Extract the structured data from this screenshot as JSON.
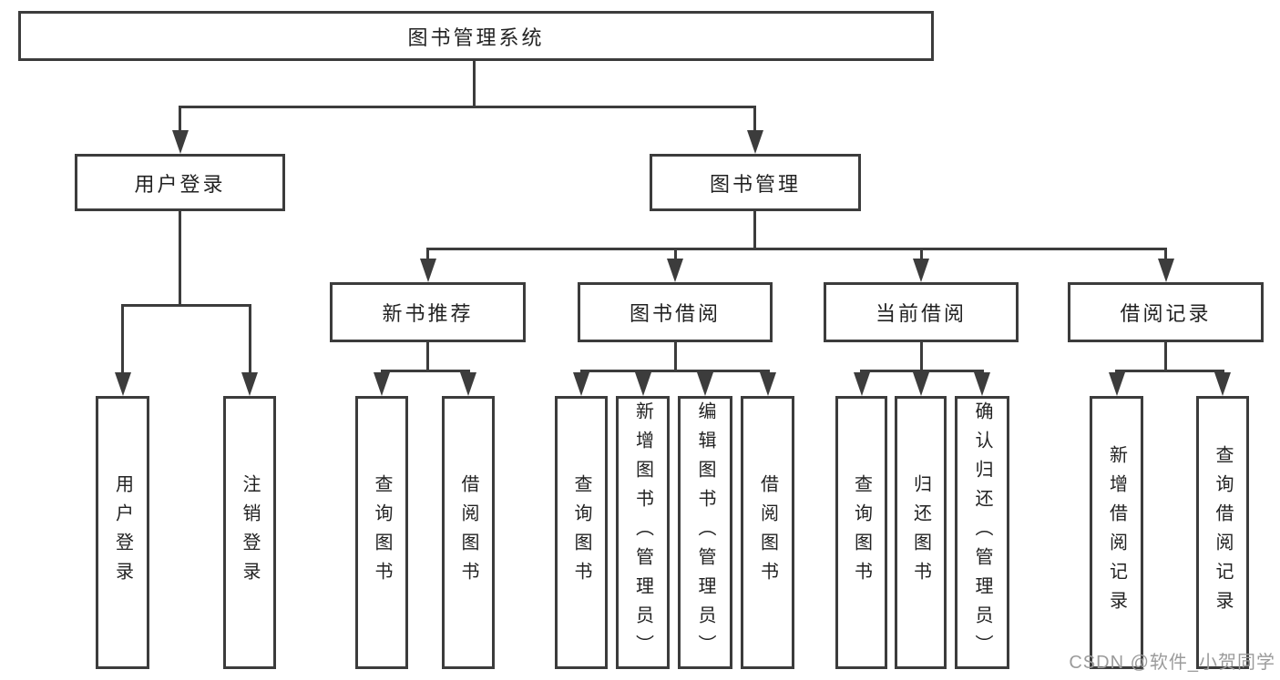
{
  "diagram_title": "图书管理系统",
  "tree": {
    "label": "图书管理系统",
    "children": [
      {
        "label": "用户登录",
        "children": [
          {
            "label": "用户登录"
          },
          {
            "label": "注销登录"
          }
        ]
      },
      {
        "label": "图书管理",
        "children": [
          {
            "label": "新书推荐",
            "children": [
              {
                "label": "查询图书"
              },
              {
                "label": "借阅图书"
              }
            ]
          },
          {
            "label": "图书借阅",
            "children": [
              {
                "label": "查询图书"
              },
              {
                "label": "新增图书（管理员）"
              },
              {
                "label": "编辑图书（管理员）"
              },
              {
                "label": "借阅图书"
              }
            ]
          },
          {
            "label": "当前借阅",
            "children": [
              {
                "label": "查询图书"
              },
              {
                "label": "归还图书"
              },
              {
                "label": "确认归还（管理员）"
              }
            ]
          },
          {
            "label": "借阅记录",
            "children": [
              {
                "label": "新增借阅记录"
              },
              {
                "label": "查询借阅记录"
              }
            ]
          }
        ]
      }
    ]
  },
  "watermark": {
    "text": "CSDN @软件_小贺同学"
  },
  "colors": {
    "node_border": "#3c3c3c",
    "connector": "#3c3c3c",
    "label_text": "#222222",
    "watermark_text": "#9b9b9b",
    "background": "#ffffff"
  }
}
